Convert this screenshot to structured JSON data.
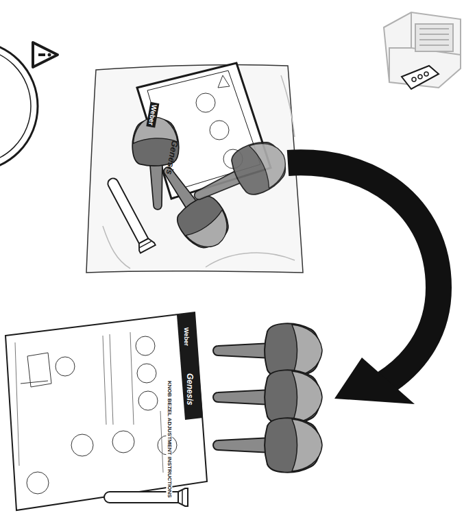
{
  "diagram": {
    "labels": [
      "Weber",
      "Genesis",
      "Weber",
      "Genesis",
      "KNOB BEZEL ADJUSTMENT INSTRUCTIONS"
    ]
  }
}
